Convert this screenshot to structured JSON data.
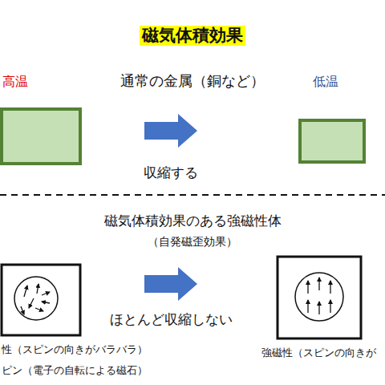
{
  "diagram": {
    "title": "磁気体積効果",
    "labels": [
      "高温",
      "通常の金属（銅など）",
      "低温",
      "収縮する",
      "磁気体積効果のある強磁性体",
      "（自発磁歪効果）",
      "ほとんど収縮しない",
      "性（スピンの向きがバラバラ）",
      "ピン（電子の自転による磁石）",
      "強磁性（スピンの向きが"
    ]
  }
}
